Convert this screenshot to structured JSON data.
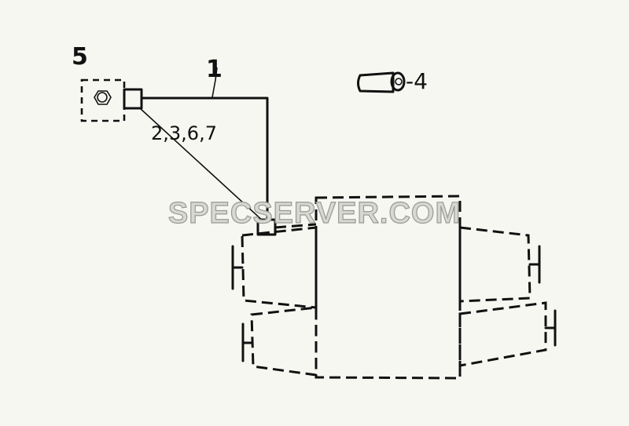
{
  "callouts": {
    "hose": "1",
    "fittings": "2,3,6,7",
    "connector": "-4",
    "valve": "5"
  },
  "watermark": "SPECSERVER.COM"
}
